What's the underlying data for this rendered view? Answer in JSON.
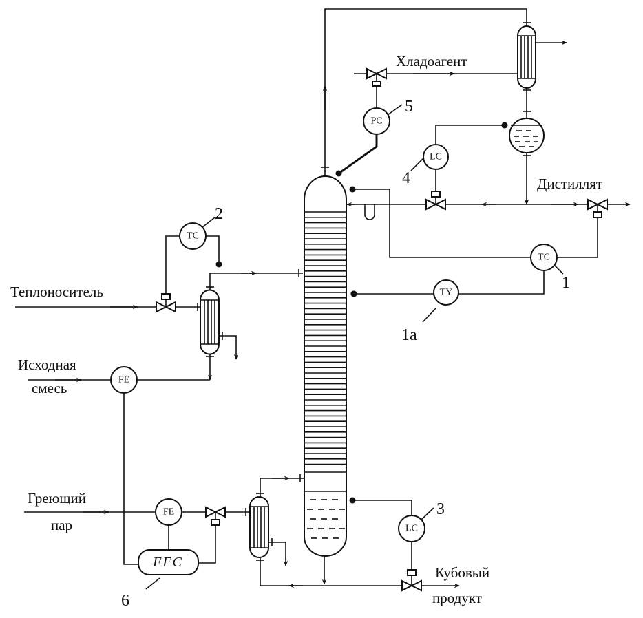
{
  "streams": {
    "coolant": "Хладоагент",
    "distillate": "Дистиллят",
    "heat_carrier": "Теплоноситель",
    "feed_line1": "Исходная",
    "feed_line2": "смесь",
    "steam_line1": "Греющий",
    "steam_line2": "пар",
    "bottoms_line1": "Кубовый",
    "bottoms_line2": "продукт"
  },
  "instruments": {
    "pc": "PC",
    "lc_reflux": "LC",
    "tc_top": "TC",
    "ty": "TY",
    "tc_heater": "TC",
    "fe_feed": "FE",
    "fe_steam": "FE",
    "lc_bottom": "LC",
    "ffc": "FFC"
  },
  "loop_numbers": {
    "n1": "1",
    "n1a": "1а",
    "n2": "2",
    "n3": "3",
    "n4": "4",
    "n5": "5",
    "n6": "6"
  }
}
